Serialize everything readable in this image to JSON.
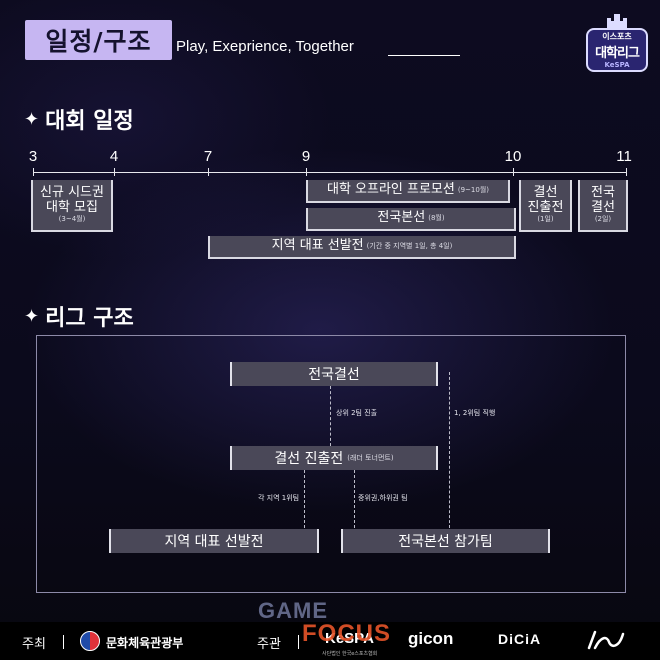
{
  "header": {
    "title": "일정/구조",
    "tagline": "Play, Exeprience, Together"
  },
  "logo": {
    "top": "이스포츠",
    "main": "대학리그",
    "sub": "KeSPA"
  },
  "sections": {
    "schedule": "대회 일정",
    "structure": "리그 구조"
  },
  "timeline": {
    "ticks": [
      "3",
      "4",
      "7",
      "9",
      "10",
      "11"
    ],
    "bars": {
      "seed": {
        "line1": "신규 시드권",
        "line2": "대학 모집",
        "note": "(3~4월)"
      },
      "promo": {
        "label": "대학 오프라인 프로모션",
        "note": "(9~10월)"
      },
      "national_main": {
        "label": "전국본선",
        "note": "(8월)"
      },
      "regional": {
        "label": "지역 대표 선발전",
        "note": "(기간 중 지역별 1일, 총 4일)"
      },
      "final_qual": {
        "line1": "결선",
        "line2": "진출전",
        "note": "(1일)"
      },
      "national_final": {
        "line1": "전국",
        "line2": "결선",
        "note": "(2일)"
      }
    }
  },
  "structure": {
    "nodes": {
      "final": "전국결선",
      "qual": "결선 진출전",
      "qual_note": "(래더 토너먼트)",
      "regional": "지역 대표 선발전",
      "main_team": "전국본선 참가팀"
    },
    "edges": {
      "top2": "상위 2팀 진출",
      "direct": "1, 2위팀 직행",
      "regional_first": "각 지역 1위팀",
      "mid_rank": "중위권,하위권 팀"
    }
  },
  "footer": {
    "host_label": "주최",
    "host_name": "문화체육관광부",
    "organizer_label": "주관",
    "sponsors": [
      "KeSPA",
      "gicon",
      "DiCiA"
    ],
    "kespa_sub": "사단법인 한국e스포츠협회"
  },
  "watermark": {
    "game": "GAME",
    "focus": "FOCUS"
  },
  "colors": {
    "background": "#0b0a1c",
    "title_box": "#c6b6f2",
    "bar_fill": "#4a4858",
    "bar_border": "#d9d9e2",
    "watermark_orange": "#e7552a"
  }
}
